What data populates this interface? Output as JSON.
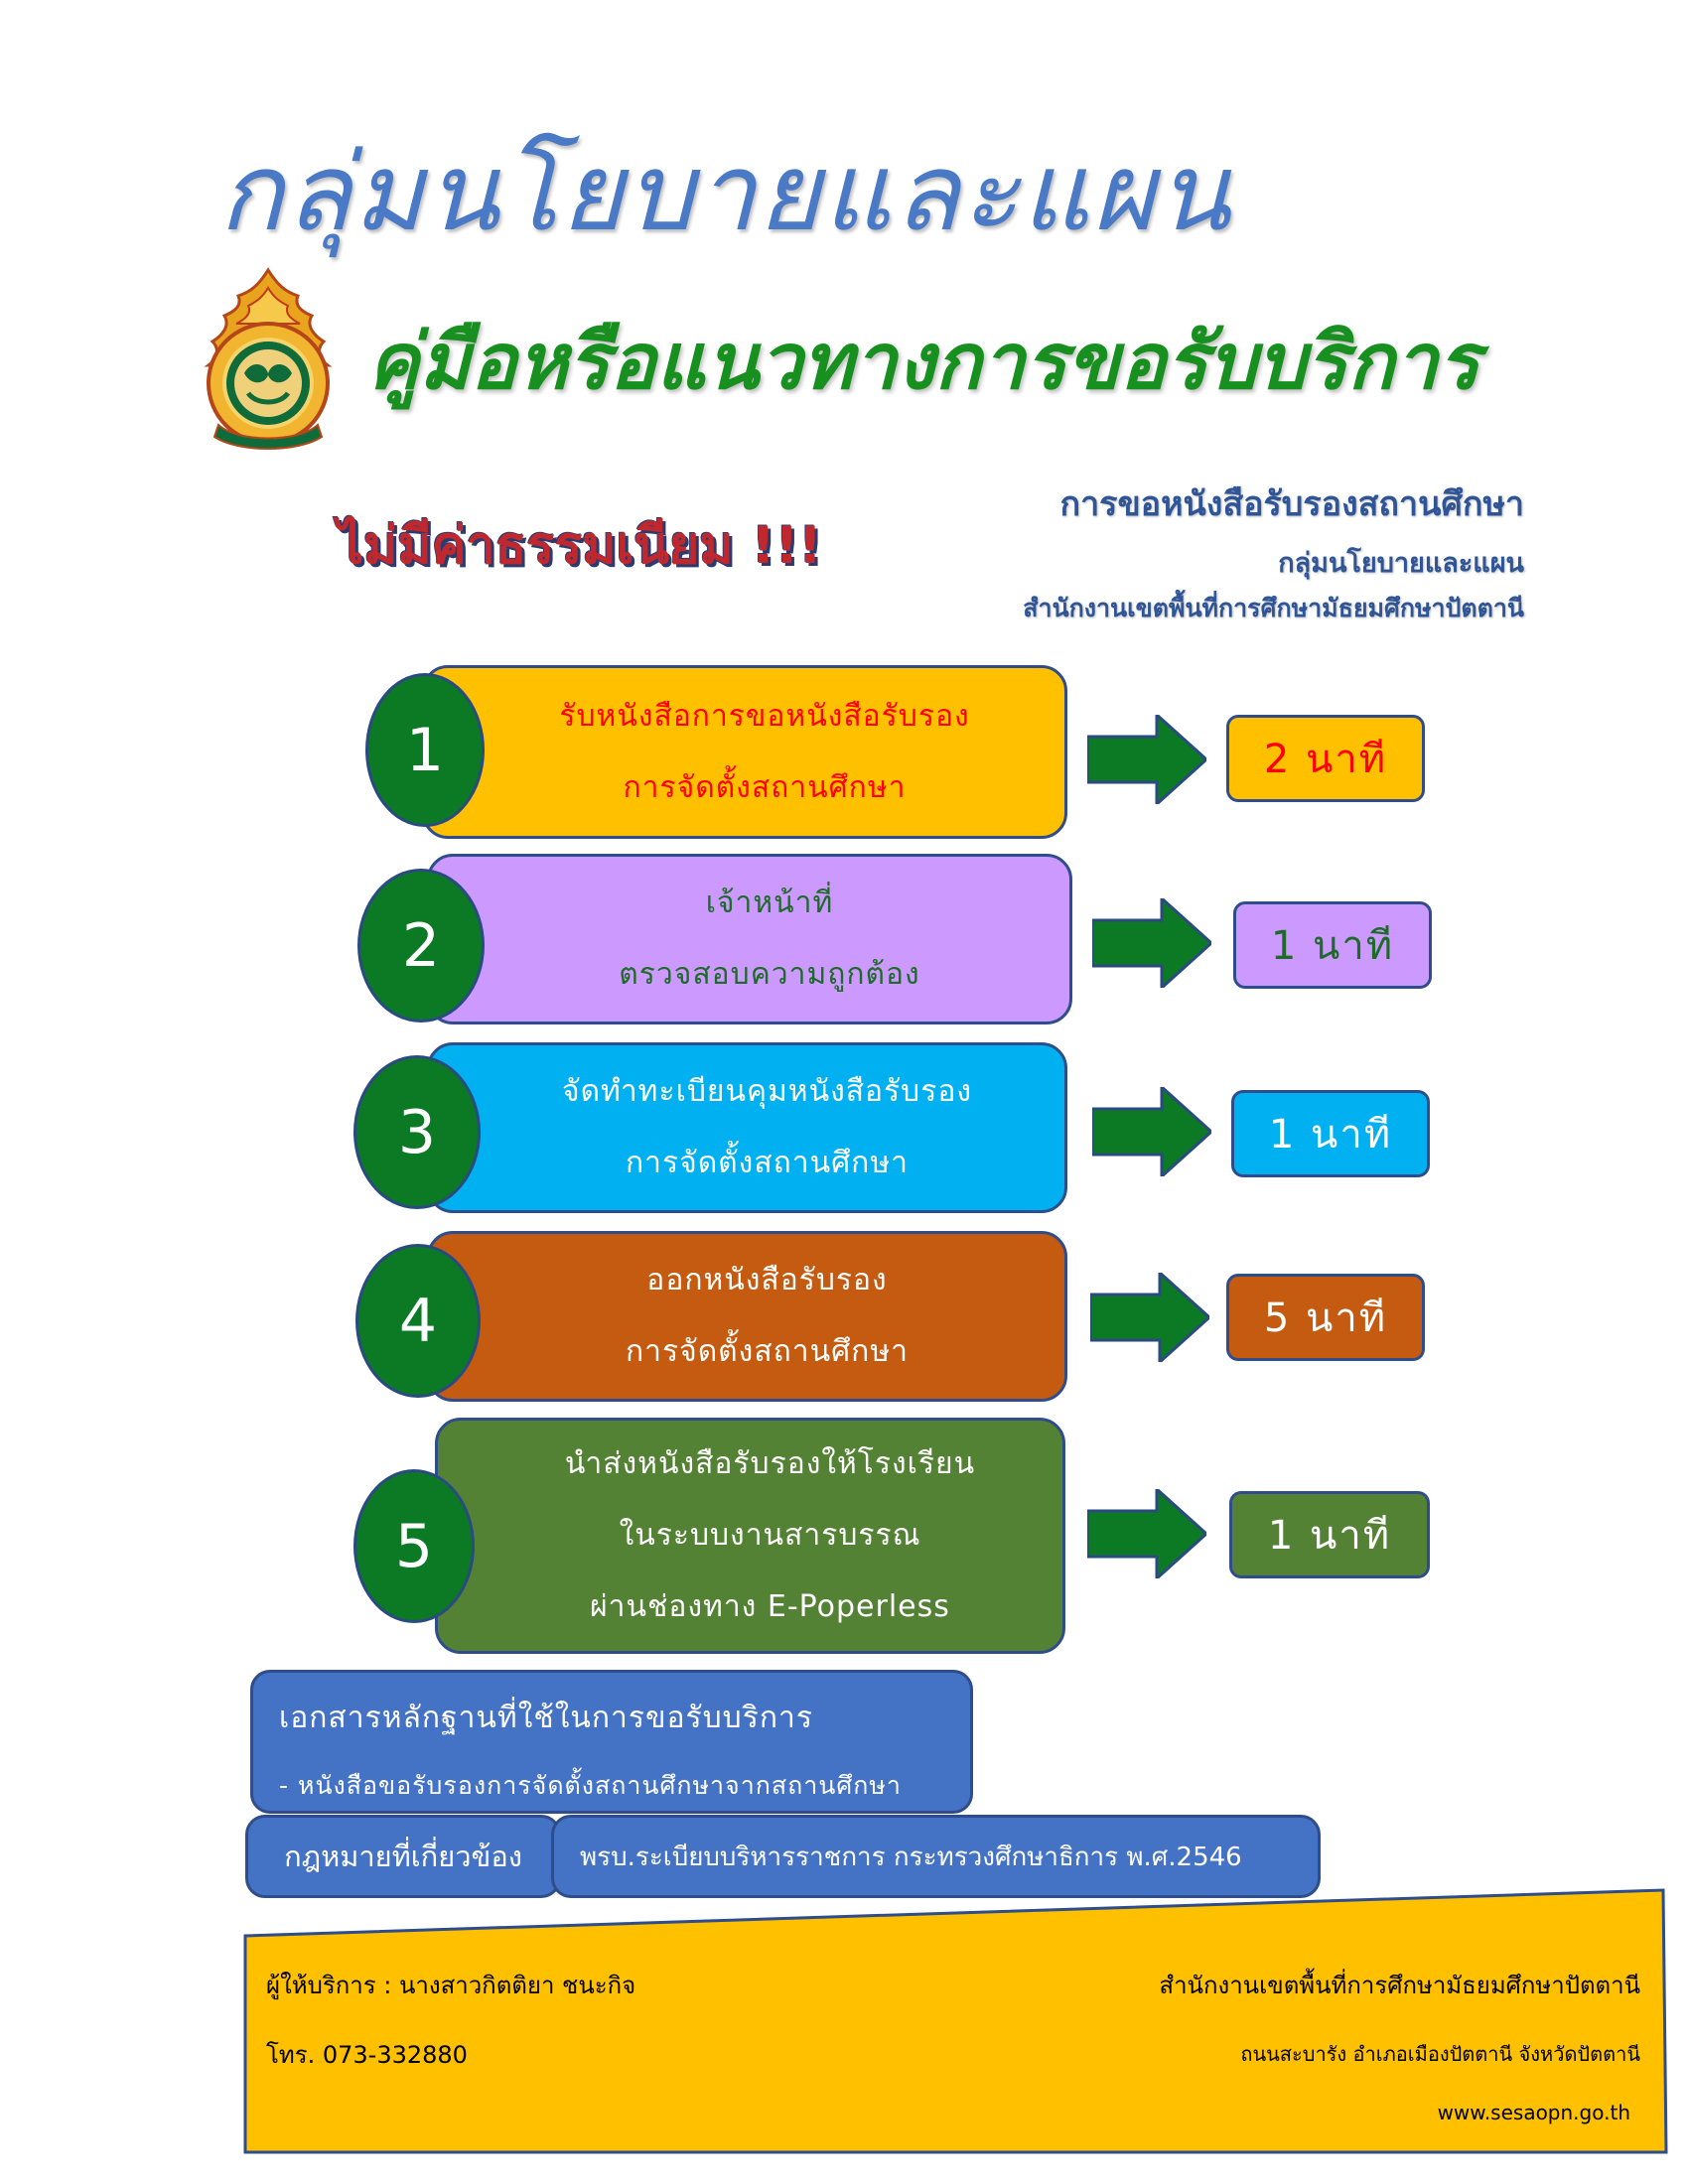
{
  "header": {
    "title": "กลุ่มนโยบายและแผน",
    "subtitle": "คู่มือหรือแนวทางการขอรับบริการ",
    "free_notice": "ไม่มีค่าธรรมเนียม !!!",
    "service_name": "การขอหนังสือรับรองสถานศึกษา",
    "group_name": "กลุ่มนโยบายและแผน",
    "office_name": "สำนักงานเขตพื้นที่การศึกษามัธยมศึกษาปัตตานี"
  },
  "steps": [
    {
      "number": "1",
      "lines": [
        "รับหนังสือการขอหนังสือรับรอง",
        "การจัดตั้งสถานศึกษา",
        ""
      ],
      "time": "2 นาที",
      "box_color": "#ffc000",
      "text_color": "#ff0000",
      "time_color": "#ff0000"
    },
    {
      "number": "2",
      "lines": [
        "เจ้าหน้าที่",
        "ตรวจสอบความถูกต้อง",
        ""
      ],
      "time": "1 นาที",
      "box_color": "#cc99ff",
      "text_color": "#1e6a28",
      "time_color": "#1e6a28"
    },
    {
      "number": "3",
      "lines": [
        "จัดทำทะเบียนคุมหนังสือรับรอง",
        "การจัดตั้งสถานศึกษา",
        ""
      ],
      "time": "1 นาที",
      "box_color": "#00b0f0",
      "text_color": "#ffffff",
      "time_color": "#ffffff"
    },
    {
      "number": "4",
      "lines": [
        "ออกหนังสือรับรอง",
        "การจัดตั้งสถานศึกษา",
        ""
      ],
      "time": "5 นาที",
      "box_color": "#c55a11",
      "text_color": "#ffffff",
      "time_color": "#ffffff"
    },
    {
      "number": "5",
      "lines": [
        "นำส่งหนังสือรับรองให้โรงเรียน",
        "ในระบบงานสารบรรณ",
        "ผ่านช่องทาง E-Poperless"
      ],
      "time": "1 นาที",
      "box_color": "#548235",
      "text_color": "#ffffff",
      "time_color": "#ffffff"
    }
  ],
  "documents": {
    "title": "เอกสารหลักฐานที่ใช้ในการขอรับบริการ",
    "item": "- หนังสือขอรับรองการจัดตั้งสถานศึกษาจากสถานศึกษา"
  },
  "law": {
    "label": "กฎหมายที่เกี่ยวข้อง",
    "text": "พรบ.ระเบียบบริหารราชการ กระทรวงศึกษาธิการ พ.ศ.2546"
  },
  "footer": {
    "provider": "ผู้ให้บริการ  : นางสาวกิตติยา   ชนะกิจ",
    "phone": "โทร. 073-332880",
    "office": "สำนักงานเขตพื้นที่การศึกษามัธยมศึกษาปัตตานี",
    "address": "ถนนสะบารัง อำเภอเมืองปัตตานี จังหวัดปัตตานี",
    "website": "www.sesaopn.go.th",
    "color": "#ffc000"
  },
  "colors": {
    "title_blue": "#4a79c5",
    "subtitle_green": "#18901f",
    "circle_green": "#0c7a24",
    "arrow_green": "#0c7a24",
    "doc_blue": "#4472c4"
  }
}
